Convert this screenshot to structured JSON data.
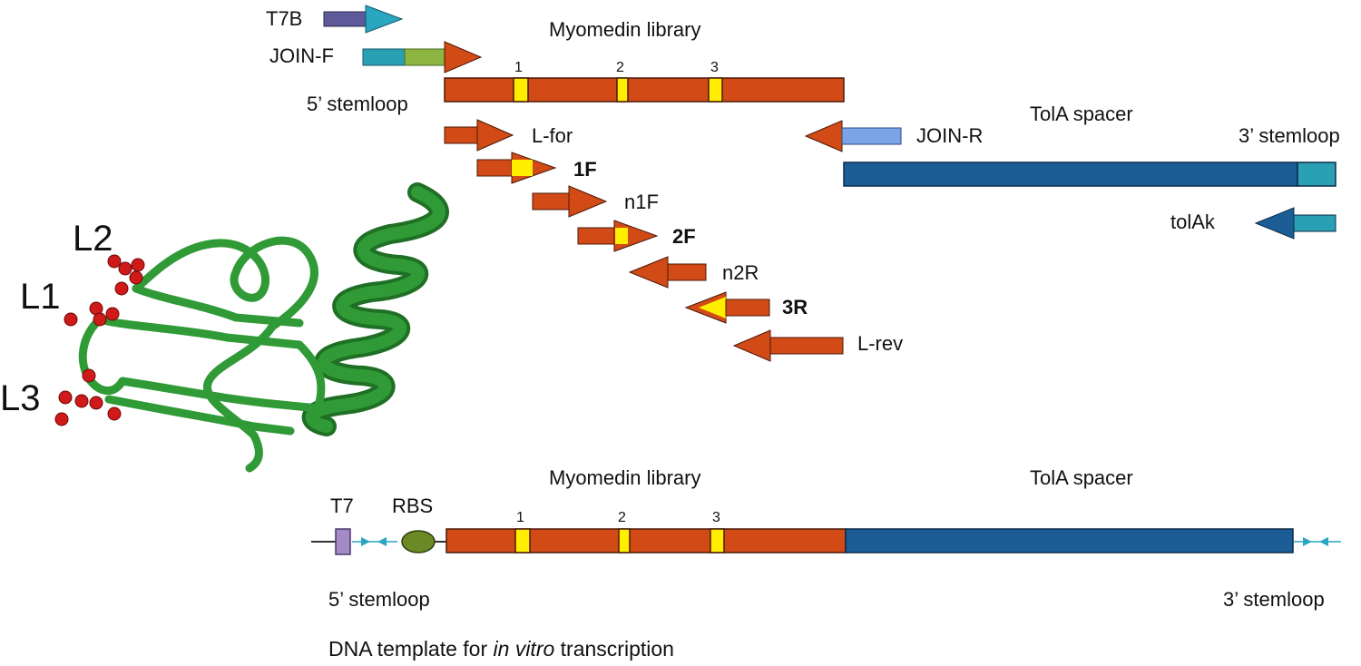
{
  "colors": {
    "library": "#d24a16",
    "library_stroke": "#4a1a08",
    "loop_marker": "#ffee00",
    "spacer": "#1d5d96",
    "spacer_stroke": "#0c2b48",
    "stemloop_box": "#2aa0b5",
    "t7b_body": "#5e5a9a",
    "t7b_head": "#2aa6c0",
    "join_r": "#7aa3e8",
    "t7_box": "#a48ac6",
    "rbs": "#6b8a25",
    "protein": "#2f9a36",
    "protein_dark": "#1f6f25",
    "loop_atoms": "#d01a1a"
  },
  "top": {
    "library_title": "Myomedin library",
    "spacer_title": "TolA spacer",
    "stemloop_5": "5’ stemloop",
    "stemloop_3": "3’ stemloop",
    "loop_numbers": [
      "1",
      "2",
      "3"
    ]
  },
  "primers": {
    "t7b": "T7B",
    "join_f": "JOIN-F",
    "join_r": "JOIN-R",
    "tolak": "tolAk",
    "l_for": "L-for",
    "f1": "1F",
    "n1f": "n1F",
    "f2": "2F",
    "n2r": "n2R",
    "r3": "3R",
    "l_rev": "L-rev"
  },
  "protein": {
    "loops": [
      "L2",
      "L1",
      "L3"
    ]
  },
  "bottom": {
    "t7": "T7",
    "rbs": "RBS",
    "library_title": "Myomedin library",
    "spacer_title": "TolA spacer",
    "stemloop_5": "5’ stemloop",
    "stemloop_3": "3’ stemloop",
    "loop_numbers": [
      "1",
      "2",
      "3"
    ],
    "caption_prefix": "DNA template for ",
    "caption_italic": "in vitro",
    "caption_suffix": " transcription"
  }
}
